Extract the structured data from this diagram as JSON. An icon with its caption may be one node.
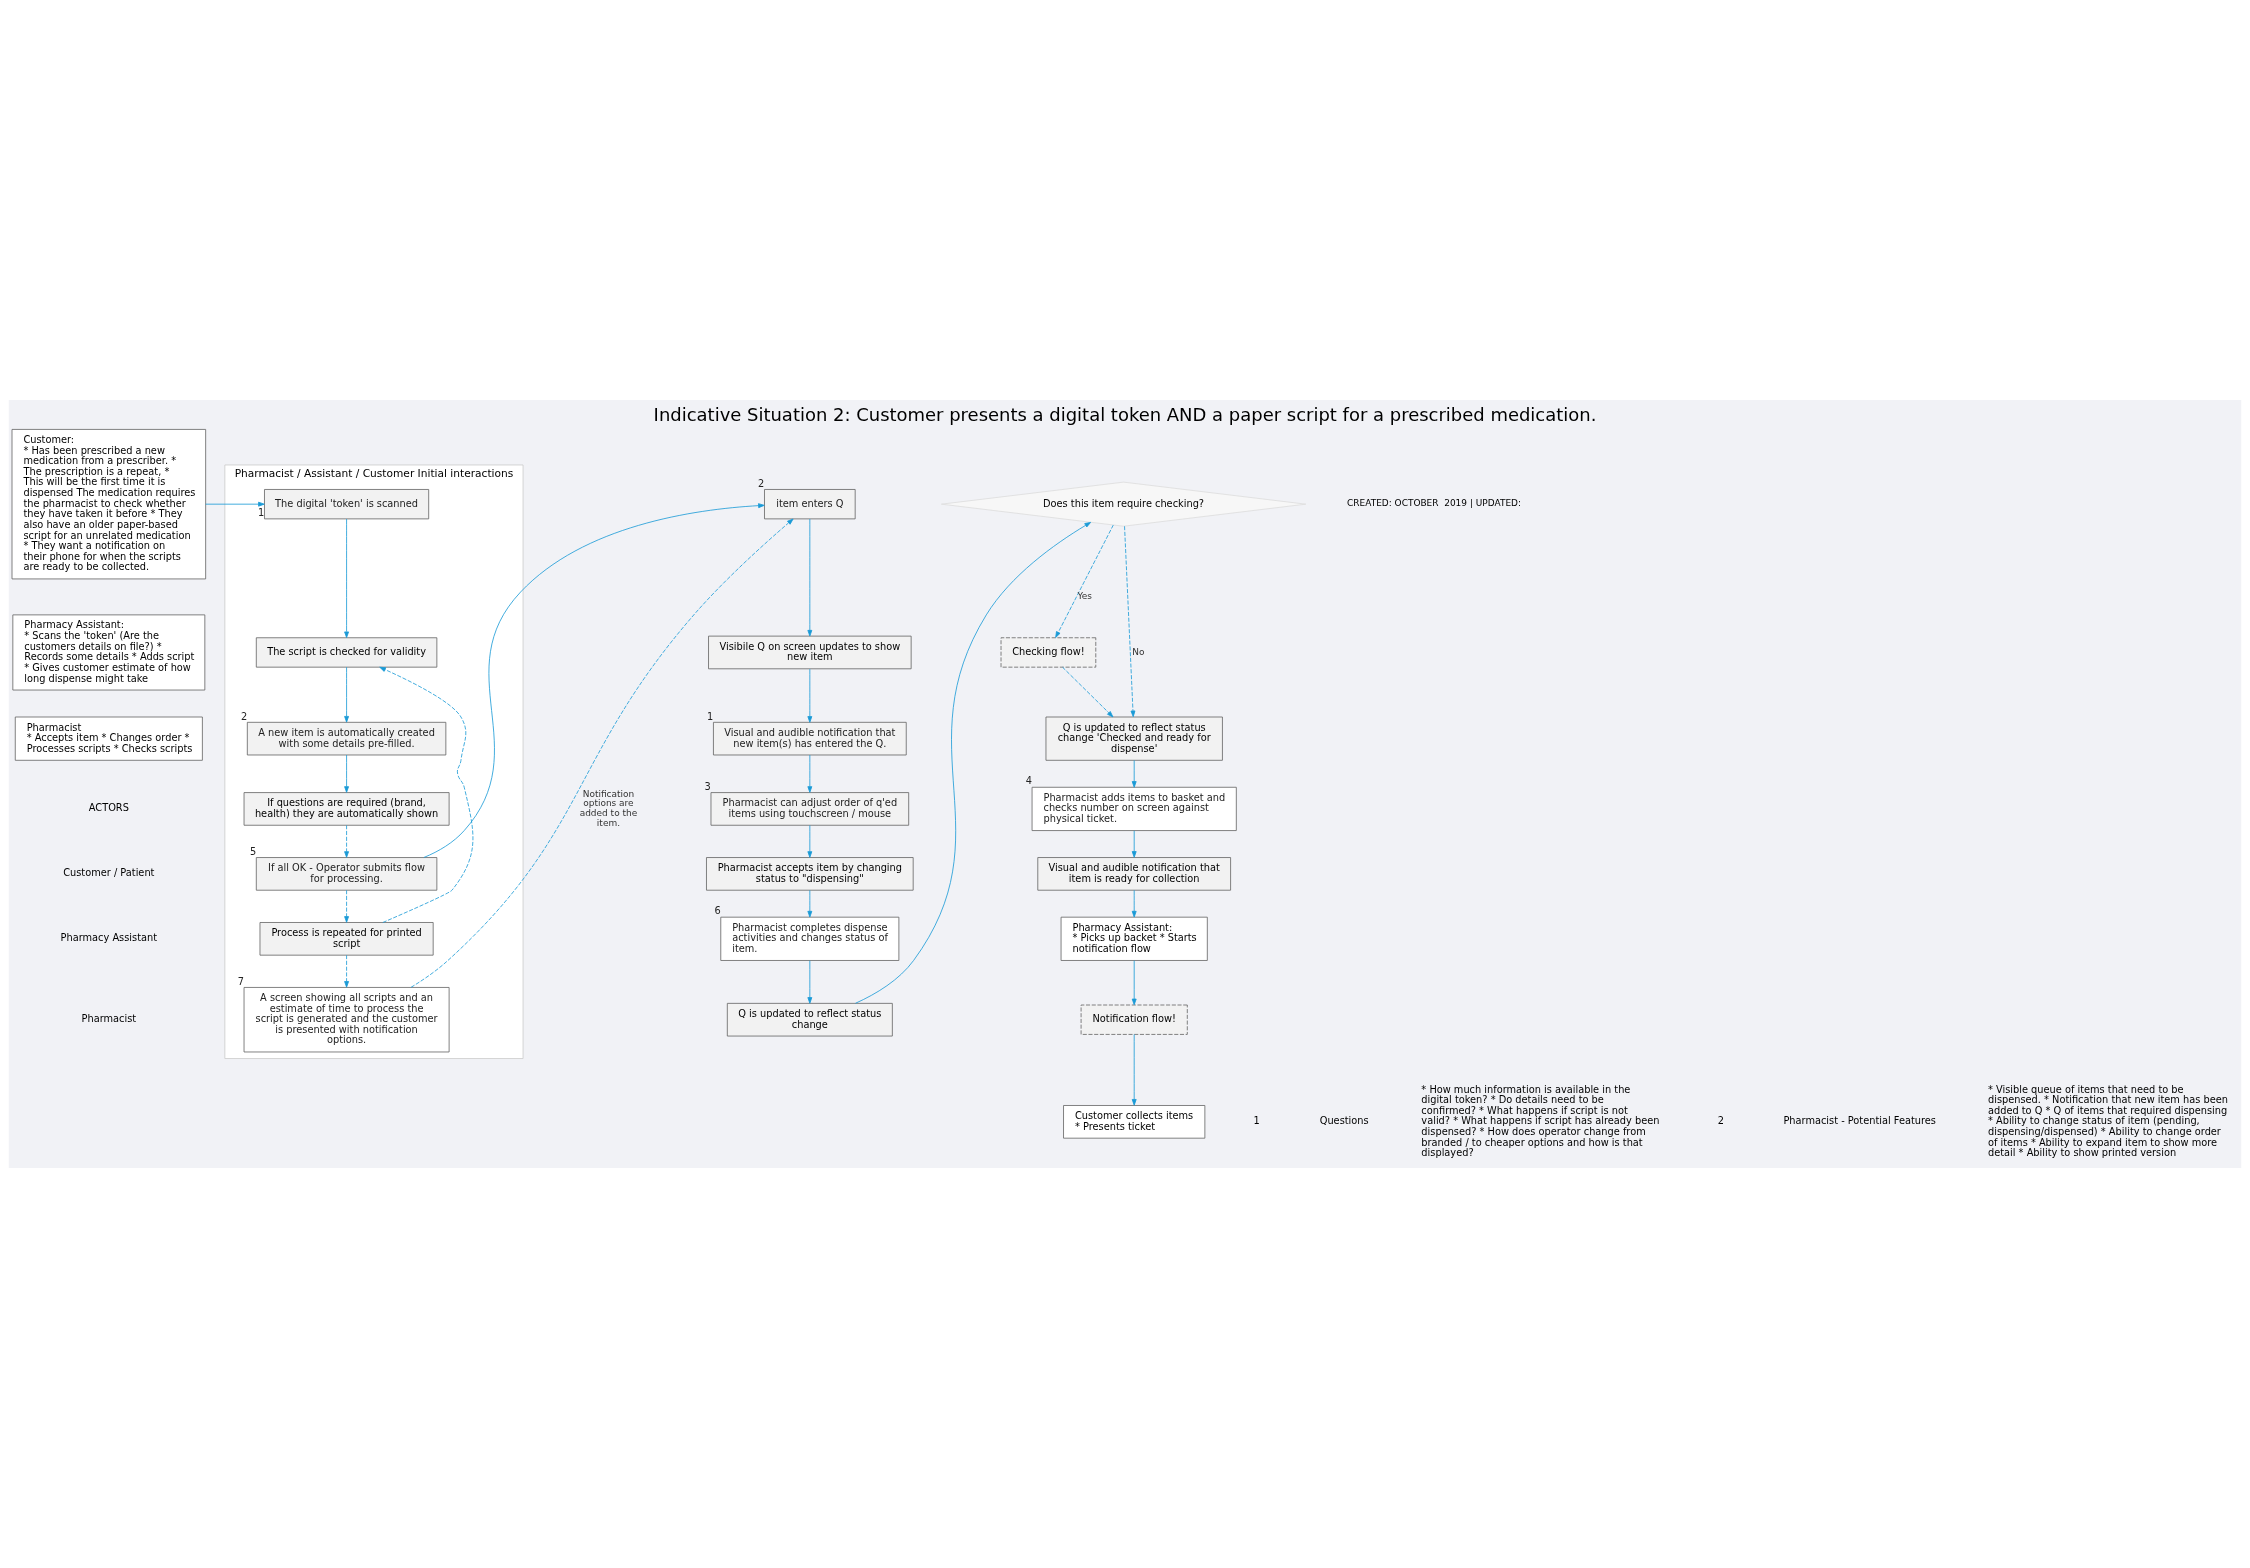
{
  "diagram": {
    "title": "Indicative Situation 2: Customer presents a digital token AND a paper script for a prescribed medication.",
    "nodes": [
      {
        "text": [
          "Customer:",
          "* Has been prescribed a new medication from a prescriber. * The prescription is a repeat, * This will be the first time it is dispensed The medication requires the pharmacist to check whether they have taken it before * They also have an older paper-based script for an unrelated medication * They want a notification on their phone for when the scripts are ready to be collected."
        ]
      },
      {
        "text": [
          "Pharmacy Assistant:",
          "* Scans the 'token' (Are the customers details on file?) * Records some details * Adds script * Gives customer estimate of how long dispense might take"
        ]
      },
      {
        "text": [
          "Pharmacist",
          "* Accepts item * Changes order * Processes scripts * Checks scripts"
        ]
      },
      {
        "text": [
          "Pharmacist / Assistant / Customer Initial interactions"
        ]
      },
      {
        "text": [
          "The digital 'token' is scanned"
        ],
        "in": 3,
        "beside": [
          "1"
        ]
      },
      {
        "text": [
          "The script is checked for validity"
        ],
        "in": 3
      },
      {
        "text": [
          "A new item is automatically created with some details pre-filled."
        ],
        "in": 3,
        "beside": [
          "2"
        ]
      },
      {
        "text": [
          "If questions are required (brand, health) they are automatically shown"
        ],
        "in": 3
      },
      {
        "text": [
          "If all OK - Operator submits flow for processing."
        ],
        "in": 3,
        "beside": [
          "5"
        ]
      },
      {
        "text": [
          "Process is repeated for printed script"
        ],
        "in": 3
      },
      {
        "text": [
          "A screen showing all scripts and an estimate of time to process the script is generated and the customer is presented with notification options."
        ],
        "in": 3,
        "beside": [
          "7"
        ]
      },
      {
        "text": [
          "item enters Q"
        ],
        "beside": [
          "2"
        ]
      },
      {
        "text": [
          "Visibile Q on screen updates to show new item"
        ]
      },
      {
        "text": [
          "Visual and audible notification that new item(s) has entered the Q."
        ],
        "beside": [
          "1"
        ]
      },
      {
        "text": [
          "Pharmacist can adjust order of q'ed items using touchscreen / mouse"
        ],
        "beside": [
          "3"
        ]
      },
      {
        "text": [
          "Pharmacist accepts item by changing status to \"dispensing\""
        ]
      },
      {
        "text": [
          "Pharmacist completes dispense activities and changes status of item."
        ],
        "beside": [
          "6"
        ]
      },
      {
        "text": [
          "Q is updated to reflect status change"
        ]
      },
      {
        "text": [
          "Does this item require checking?"
        ]
      },
      {
        "text": [
          "Checking flow!"
        ]
      },
      {
        "text": [
          "Q is updated to reflect status change 'Checked and ready for dispense'"
        ]
      },
      {
        "text": [
          "Pharmacist adds items to basket and checks number on screen against physical ticket."
        ],
        "beside": [
          "4"
        ]
      },
      {
        "text": [
          "Visual and audible notification that item is ready for collection"
        ]
      },
      {
        "text": [
          "Pharmacy Assistant:",
          "* Picks up backet * Starts notification flow"
        ]
      },
      {
        "text": [
          "Notification flow!"
        ]
      },
      {
        "text": [
          "Customer collects items",
          "* Presents ticket"
        ]
      }
    ],
    "edges": [
      {
        "from": 0,
        "to": 4,
        "arrow": "to"
      },
      {
        "from": 4,
        "to": 5,
        "arrow": "to"
      },
      {
        "from": 5,
        "to": 6,
        "arrow": "to"
      },
      {
        "from": 6,
        "to": 7,
        "arrow": "to"
      },
      {
        "from": 7,
        "to": 8,
        "arrow": "to",
        "style": "dashed"
      },
      {
        "from": 8,
        "to": 9,
        "arrow": "to",
        "style": "dashed"
      },
      {
        "from": 9,
        "to": 5,
        "arrow": "to",
        "style": "dashed"
      },
      {
        "from": 9,
        "to": 10,
        "arrow": "to",
        "style": "dashed"
      },
      {
        "from": 8,
        "to": 11,
        "arrow": "to"
      },
      {
        "from": 10,
        "to": 11,
        "arrow": "to",
        "style": "dashed",
        "label": "Notification options are added to the item."
      },
      {
        "from": 11,
        "to": 12,
        "arrow": "to"
      },
      {
        "from": 12,
        "to": 13,
        "arrow": "to"
      },
      {
        "from": 13,
        "to": 14,
        "arrow": "to"
      },
      {
        "from": 14,
        "to": 15,
        "arrow": "to"
      },
      {
        "from": 15,
        "to": 16,
        "arrow": "to"
      },
      {
        "from": 16,
        "to": 17,
        "arrow": "to"
      },
      {
        "from": 17,
        "to": 18,
        "arrow": "to"
      },
      {
        "from": 18,
        "to": 19,
        "arrow": "to",
        "style": "dashed",
        "label": "Yes"
      },
      {
        "from": 18,
        "to": 20,
        "arrow": "to",
        "style": "dashed",
        "label": "No"
      },
      {
        "from": 19,
        "to": 20,
        "arrow": "to",
        "style": "dashed"
      },
      {
        "from": 20,
        "to": 21,
        "arrow": "to"
      },
      {
        "from": 21,
        "to": 22,
        "arrow": "to"
      },
      {
        "from": 22,
        "to": 23,
        "arrow": "to"
      },
      {
        "from": 23,
        "to": 24,
        "arrow": "to"
      },
      {
        "from": 24,
        "to": 25,
        "arrow": "to"
      }
    ],
    "labels": [
      "CREATED: OCTOBER  2019 | UPDATED:",
      "ACTORS",
      "1",
      "Questions",
      "* How much information is available in the digital token? * Do details need to be confirmed? * What happens if script is not valid? * What happens if script has already been dispensed? * How does operator change from branded / to cheaper options and how is that displayed?",
      "2",
      "Pharmacist - Potential Features",
      "* Visible queue of items that need to be dispensed. * Notification that new item has been added to Q * Q of items that required dispensing * Ability to change status of item (pending, dispensing/dispensed) * Ability to change order of items * Ability to expand item to show more detail * Ability to show printed version"
    ],
    "legend": [
      {
        "text": "Customer / Patient"
      },
      {
        "text": "Pharmacy Assistant"
      },
      {
        "text": "Pharmacist"
      }
    ]
  }
}
